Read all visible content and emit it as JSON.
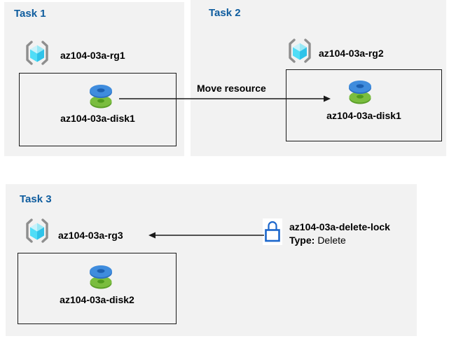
{
  "tasks": [
    {
      "title": "Task 1",
      "resource_group": "az104-03a-rg1",
      "disk": "az104-03a-disk1"
    },
    {
      "title": "Task 2",
      "resource_group": "az104-03a-rg2",
      "disk": "az104-03a-disk1"
    },
    {
      "title": "Task 3",
      "resource_group": "az104-03a-rg3",
      "disk": "az104-03a-disk2"
    }
  ],
  "move_arrow": {
    "label": "Move resource",
    "direction": "left-to-right"
  },
  "delete_lock": {
    "name": "az104-03a-delete-lock",
    "type_label": "Type:",
    "type_value": "Delete",
    "arrow_direction": "right-to-left",
    "target": "az104-03a-rg3"
  },
  "icons": {
    "resource_group": "azure-resource-group-icon",
    "disk": "azure-disk-icon",
    "lock": "lock-icon"
  },
  "colors": {
    "panel_bg": "#f2f2f2",
    "title_text": "#0e5c9e",
    "label_text": "#000000",
    "box_border": "#1a1a1a",
    "arrow": "#1a1a1a",
    "lock_blue": "#1b66cb",
    "disk_blue": "#3f8cdd",
    "disk_blue_dark": "#1c5fb0",
    "disk_green": "#7abd3e",
    "disk_green_dark": "#4f9a1e",
    "cube_top_light": "#c9f3fb",
    "cube_top": "#99e8f5",
    "cube_left": "#50ddf7",
    "cube_right": "#2fc3e9",
    "bracket_gray": "#8e8e8e"
  }
}
